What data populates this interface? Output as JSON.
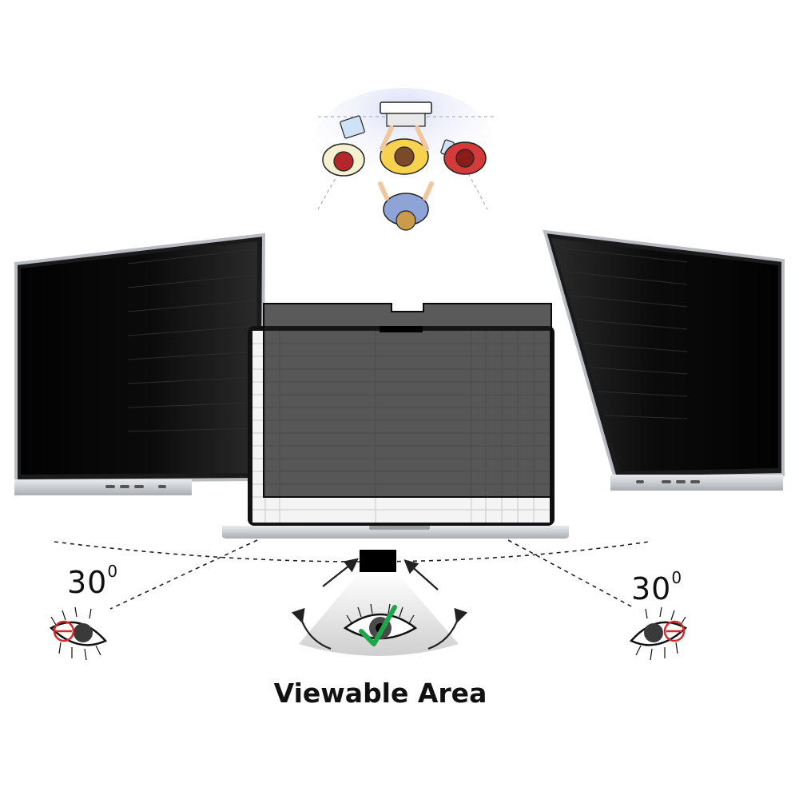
{
  "caption": "Viewable Area",
  "left_angle": {
    "value": "30",
    "unit": "0"
  },
  "right_angle": {
    "value": "30",
    "unit": "0"
  },
  "colors": {
    "screen_black": "#050505",
    "frame_silver": "#c9ccd0",
    "check_green": "#1ea64a",
    "blocked_red": "#d42a2a",
    "fan_gray": "#d8d8d8"
  },
  "icons": [
    "viewers-top-view-illustration",
    "left-laptop-icon",
    "center-laptop-icon",
    "right-laptop-icon",
    "privacy-filter-icon",
    "eye-blocked-icon",
    "eye-check-icon"
  ]
}
